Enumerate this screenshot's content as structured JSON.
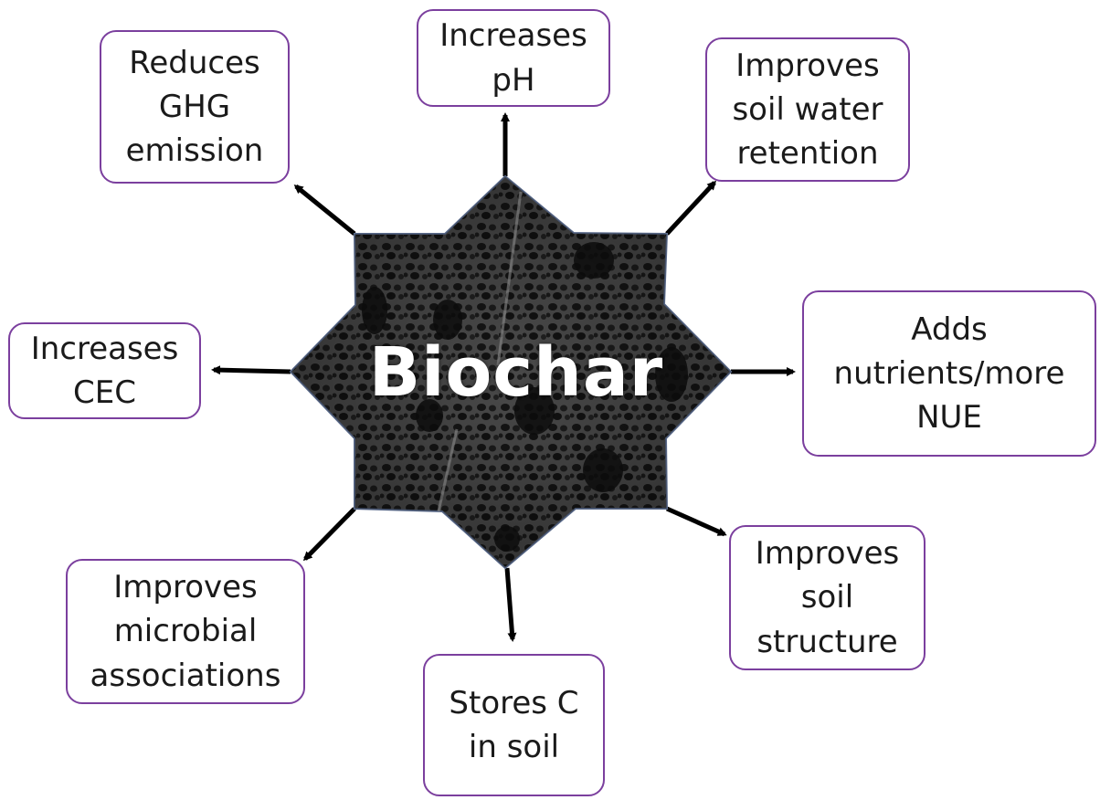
{
  "center": {
    "label": "Biochar"
  },
  "effects": {
    "reduces_ghg": [
      "Reduces",
      "GHG",
      "emission"
    ],
    "increases_ph": [
      "Increases",
      "pH"
    ],
    "water_retention": [
      "Improves",
      "soil water",
      "retention"
    ],
    "increases_cec": [
      "Increases",
      "CEC"
    ],
    "adds_nutrients": [
      "Adds",
      "nutrients/more",
      "NUE"
    ],
    "microbial": [
      "Improves",
      "microbial",
      "associations"
    ],
    "stores_c": [
      "Stores C",
      "in soil"
    ],
    "soil_structure": [
      "Improves",
      "soil",
      "structure"
    ]
  },
  "colors": {
    "box_border": "#7b3f9e",
    "arrow": "#000000",
    "star_fill": "#3a3a3a"
  }
}
